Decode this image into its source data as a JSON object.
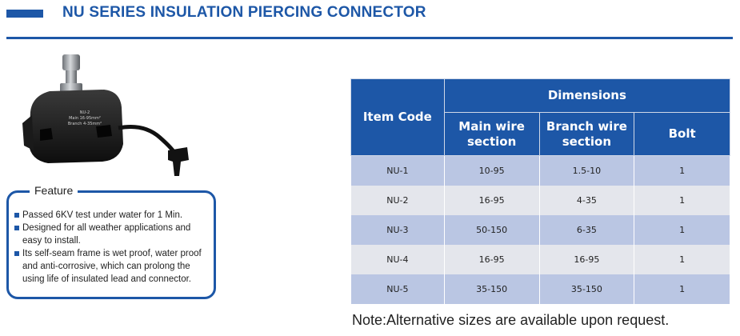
{
  "header": {
    "title": "NU SERIES INSULATION PIERCING CONNECTOR"
  },
  "product_image": {
    "marking_lines": [
      "NU-2",
      "Main 16-95mm²",
      "Branch 4-35mm²"
    ]
  },
  "feature": {
    "title": "Feature",
    "items": [
      "Passed 6KV test under water for 1 Min.",
      "Designed for all weather applications and easy to install.",
      "Its self-seam frame is wet proof, water proof and anti-corrosive, which can prolong the using life of insulated lead and connector."
    ]
  },
  "table": {
    "headers": {
      "item_code": "Item Code",
      "dimensions": "Dimensions",
      "main_wire": "Main wire section",
      "branch_wire": "Branch wire section",
      "bolt": "Bolt"
    },
    "rows": [
      {
        "item": "NU-1",
        "main": "10-95",
        "branch": "1.5-10",
        "bolt": "1"
      },
      {
        "item": "NU-2",
        "main": "16-95",
        "branch": "4-35",
        "bolt": "1"
      },
      {
        "item": "NU-3",
        "main": "50-150",
        "branch": "6-35",
        "bolt": "1"
      },
      {
        "item": "NU-4",
        "main": "16-95",
        "branch": "16-95",
        "bolt": "1"
      },
      {
        "item": "NU-5",
        "main": "35-150",
        "branch": "35-150",
        "bolt": "1"
      }
    ]
  },
  "note": "Note:Alternative sizes are available upon request.",
  "colors": {
    "brand_blue": "#1d57a7",
    "row_blue": "#bac6e3",
    "row_gray": "#e4e6ec"
  }
}
